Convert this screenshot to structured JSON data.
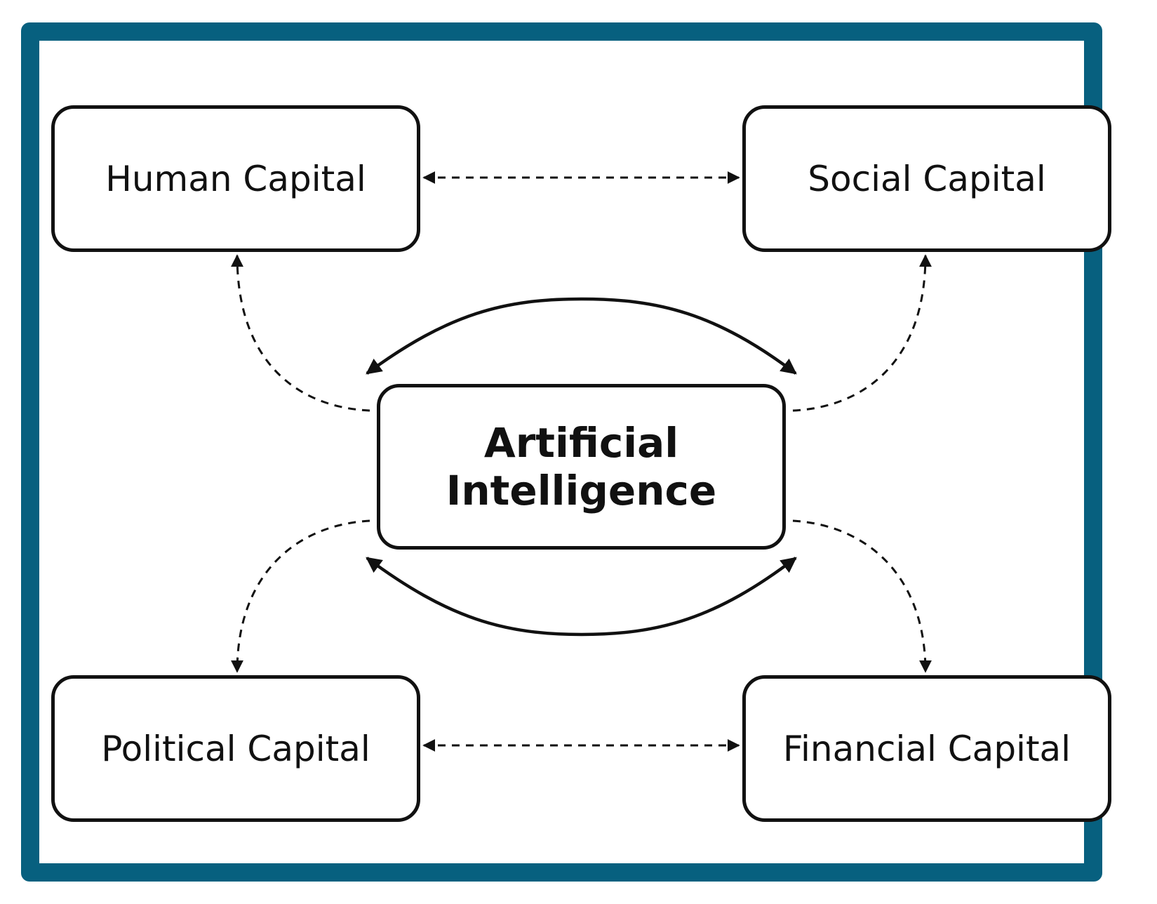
{
  "diagram": {
    "nodes": {
      "human_capital": "Human Capital",
      "social_capital": "Social Capital",
      "political_capital": "Political Capital",
      "financial_capital": "Financial Capital",
      "artificial_intelligence": "Artificial Intelligence"
    },
    "edges": [
      {
        "from": "human_capital",
        "to": "social_capital",
        "style": "dashed",
        "direction": "both"
      },
      {
        "from": "political_capital",
        "to": "financial_capital",
        "style": "dashed",
        "direction": "both"
      },
      {
        "from": "artificial_intelligence",
        "to": "human_capital",
        "style": "dashed",
        "direction": "forward"
      },
      {
        "from": "artificial_intelligence",
        "to": "social_capital",
        "style": "dashed",
        "direction": "forward"
      },
      {
        "from": "artificial_intelligence",
        "to": "political_capital",
        "style": "dashed",
        "direction": "forward"
      },
      {
        "from": "artificial_intelligence",
        "to": "financial_capital",
        "style": "dashed",
        "direction": "forward"
      },
      {
        "from": "artificial_intelligence",
        "to": "artificial_intelligence",
        "style": "solid",
        "direction": "both",
        "position": "top"
      },
      {
        "from": "artificial_intelligence",
        "to": "artificial_intelligence",
        "style": "solid",
        "direction": "both",
        "position": "bottom"
      }
    ],
    "colors": {
      "frame": "#07607f",
      "stroke": "#111111",
      "background": "#ffffff"
    }
  }
}
